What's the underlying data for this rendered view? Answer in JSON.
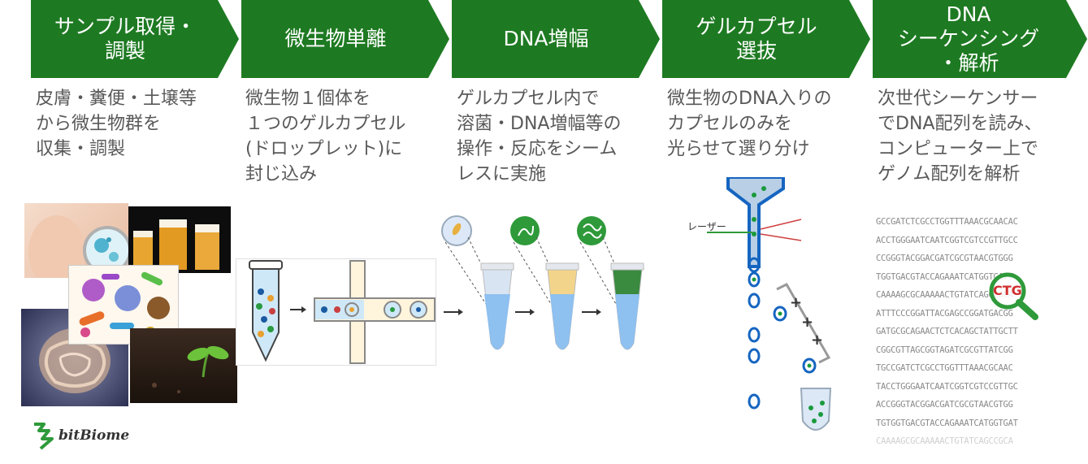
{
  "steps": [
    {
      "title": "サンプル取得・\n調製",
      "description": "皮膚・糞便・土壌等\nから微生物群を\n収集・調製"
    },
    {
      "title": "微生物単離",
      "description": "微生物１個体を\n１つのゲルカプセル\n(ドロップレット)に\n封じ込み"
    },
    {
      "title": "DNA増幅",
      "description": "ゲルカプセル内で\n溶菌・DNA増幅等の\n操作・反応をシーム\nレスに実施"
    },
    {
      "title": "ゲルカプセル\n選抜",
      "description": "微生物のDNA入りの\nカプセルのみを\n光らせて選り分け"
    },
    {
      "title": "DNA\nシーケンシング\n・解析",
      "description": "次世代シーケンサー\nでDNA配列を読み、\nコンピューター上で\nゲノム配列を解析"
    }
  ],
  "laser_label": "レーザー",
  "search_badge": "CTG",
  "dna_lines": [
    "GCCGATCTCGCCTGGTTTAAACGCAACAC",
    "ACCTGGGAATCAATCGGTCGTCCGTTGCC",
    "CCGGGTACGGACGATCGCGTAACGTGGG",
    "TGGTGACGTACCAGAAATCATGGTGATT",
    "CAAAAGCGCAAAAACTGTATCAGCCGCA",
    "ATTTCCCGGATTACGAGCCGGATGACGG",
    "GATGCGCAGAACTCTCACAGCTATTGCTT",
    "CGGCGTTAGCGGTAGATCGCGTTATCGG",
    "TGCCGATCTCGCCTGGTTTAAACGCAAC",
    "TACCTGGGAATCAATCGGTCGTCCGTTGC",
    "ACCGGGTACGGACGATCGCGTAACGTGG",
    "TGTGGTGACGTACCAGAAATCATGGTGAT",
    "CAAAAGCGCAAAAACTGTATCAGCCGCA"
  ],
  "logo": "bitBiome",
  "colors": {
    "step_green": "#1e7a22",
    "text_gray": "#595959",
    "laser_dot": "#1a9a3c",
    "capsule_blue": "#1565c0"
  }
}
